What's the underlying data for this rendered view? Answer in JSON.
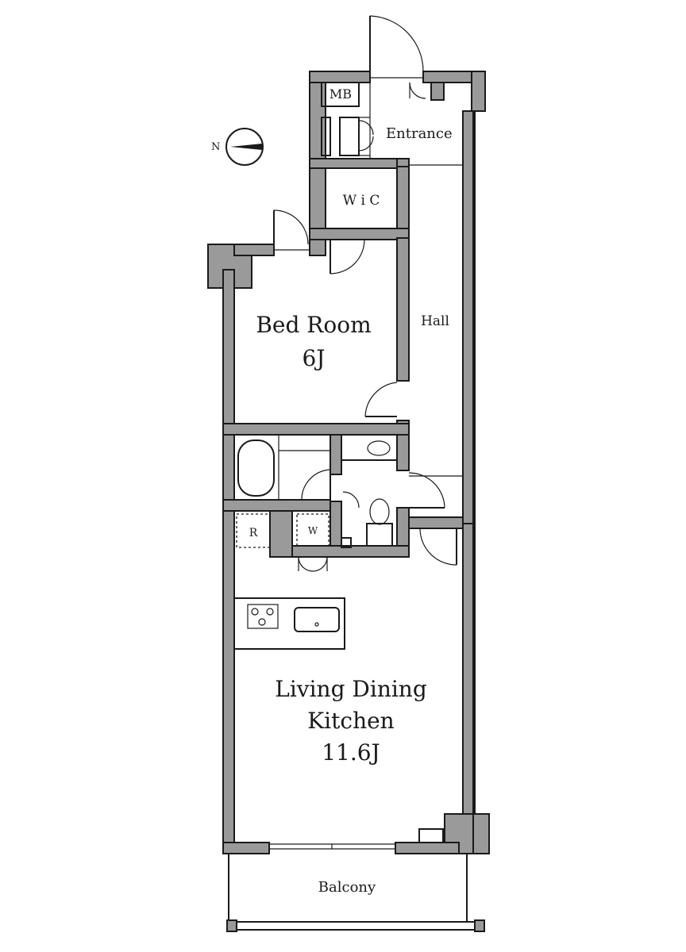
{
  "rooms": {
    "entrance": "Entrance",
    "mb": "MB",
    "wic": "W i C",
    "bedroom_name": "Bed Room",
    "bedroom_size": "6J",
    "hall": "Hall",
    "ldk_line1": "Living Dining",
    "ldk_line2": "Kitchen",
    "ldk_size": "11.6J",
    "balcony": "Balcony"
  },
  "fixtures": {
    "refrigerator": "R",
    "washer": "W"
  },
  "compass": {
    "label": "N"
  }
}
